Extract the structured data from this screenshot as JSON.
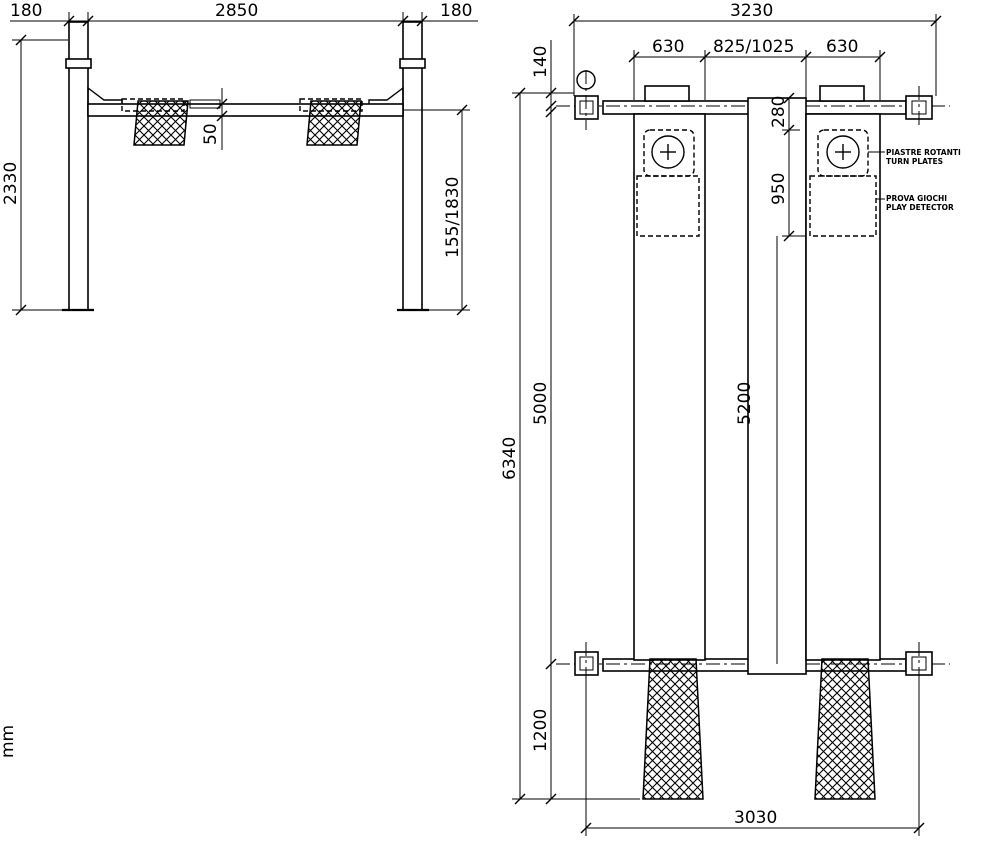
{
  "front_view": {
    "dimensions": {
      "left_column_width": "180",
      "inner_span": "2850",
      "right_column_width": "180",
      "total_height": "2330",
      "platform_thickness": "50",
      "lift_height_range": "155/1830"
    }
  },
  "top_view": {
    "dimensions": {
      "overall_width": "3230",
      "runway_width_left": "630",
      "runway_gap": "825/1025",
      "runway_width_right": "630",
      "top_offset": "140",
      "turnplate_offset": "280",
      "turnplate_length": "950",
      "overall_length": "6340",
      "column_spacing": "5000",
      "runway_length": "5200",
      "ramp_length": "1200",
      "base_width": "3030"
    },
    "labels": {
      "turn_plates_it": "PIASTRE ROTANTI",
      "turn_plates_en": "TURN PLATES",
      "play_detector_it": "PROVA GIOCHI",
      "play_detector_en": "PLAY DETECTOR"
    }
  },
  "margin_note": "mm"
}
